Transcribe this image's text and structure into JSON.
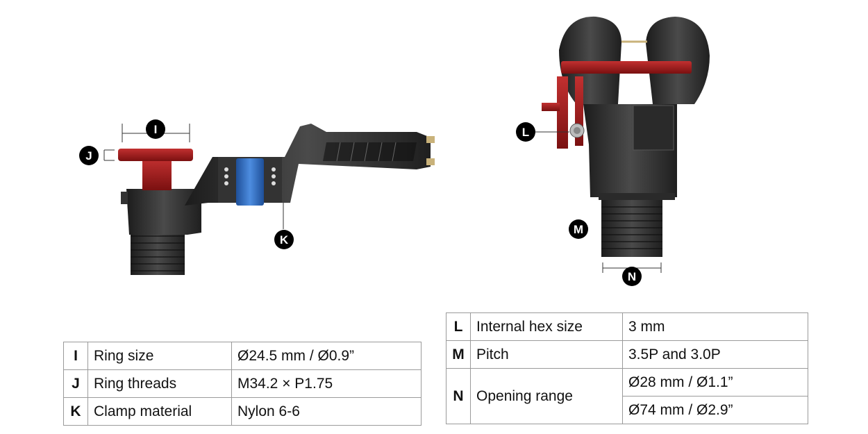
{
  "labels": {
    "I": "I",
    "J": "J",
    "K": "K",
    "L": "L",
    "M": "M",
    "N": "N"
  },
  "left_table": [
    {
      "key": "I",
      "label": "Ring size",
      "value": "Ø24.5 mm / Ø0.9”"
    },
    {
      "key": "J",
      "label": "Ring threads",
      "value": "M34.2 × P1.75"
    },
    {
      "key": "K",
      "label": "Clamp material",
      "value": "Nylon 6-6"
    }
  ],
  "right_table": [
    {
      "key": "L",
      "label": "Internal hex size",
      "value": "3 mm"
    },
    {
      "key": "M",
      "label": "Pitch",
      "value": "3.5P and 3.0P"
    },
    {
      "key": "N",
      "label": "Opening range",
      "values": [
        "Ø28 mm / Ø1.1”",
        "Ø74 mm / Ø2.9”"
      ]
    }
  ],
  "colors": {
    "body": "#2b2b2b",
    "ring": "#9e1b1b",
    "clamp": "#2f6fc4",
    "badge": "#000000"
  }
}
